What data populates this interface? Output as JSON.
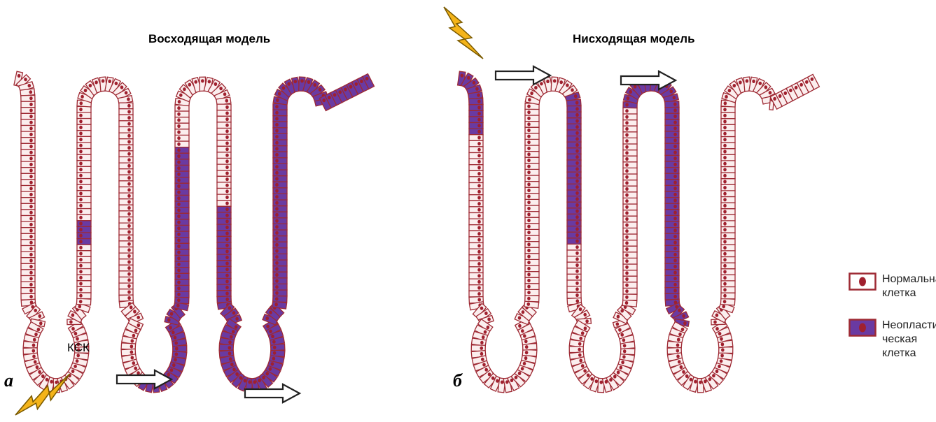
{
  "panels": [
    {
      "letter": "а",
      "title": "Восходящая модель",
      "stem_cell_label": "КСК"
    },
    {
      "letter": "б",
      "title": "Нисходящая модель"
    }
  ],
  "legend": [
    {
      "label": "Нормальная клетка",
      "fill": "#ffffff",
      "nucleus": "#a0202e"
    },
    {
      "label": "Неопласти-ческая клетка",
      "fill": "#6a3aa2",
      "nucleus": "#a0202e"
    }
  ],
  "colors": {
    "membrane": "#9e2a34",
    "normal_cell": "#fbeeee",
    "neoplastic": "#6a3aa2",
    "nucleus": "#a0202e",
    "lightning": "#f4b41a",
    "arrow": "#ffffff"
  },
  "icons": [
    "lightning-icon",
    "arrow-right-icon",
    "cell-nucleus-icon"
  ]
}
